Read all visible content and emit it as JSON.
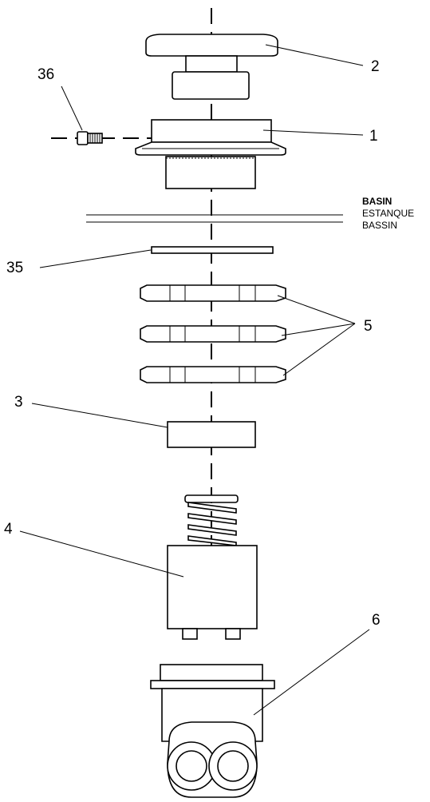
{
  "callouts": {
    "c2": "2",
    "c36": "36",
    "c1": "1",
    "c35": "35",
    "c5": "5",
    "c3": "3",
    "c4": "4",
    "c6": "6"
  },
  "basin_label": {
    "line1": "BASIN",
    "line2": "ESTANQUE",
    "line3": "BASSIN"
  }
}
